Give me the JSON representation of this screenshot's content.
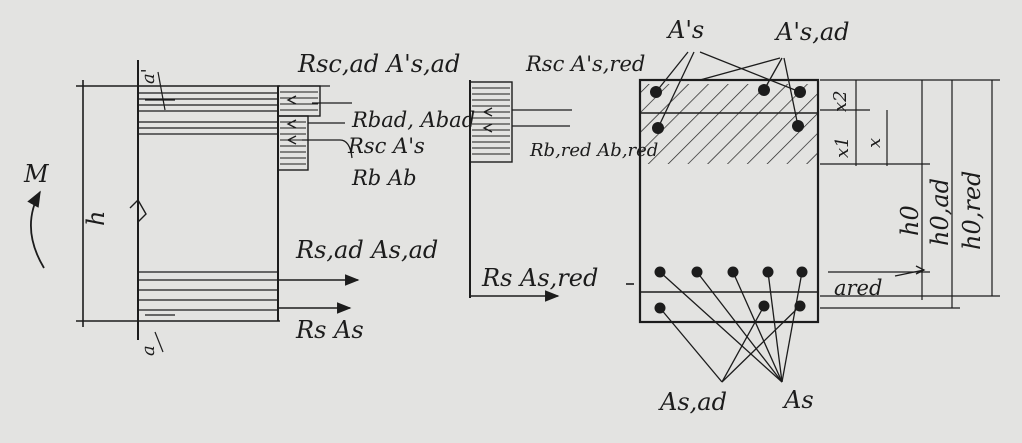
{
  "diagram": {
    "left": {
      "moment": "M",
      "height": "h",
      "a_prime": "a'",
      "a": "a",
      "force_sc_ad": "Rsc,ad A's,ad",
      "force_bad": "Rbad, Abad",
      "force_sc": "Rsc A's",
      "force_b": "Rb Ab",
      "force_s_ad": "Rs,ad As,ad",
      "force_s": "Rs As"
    },
    "middle": {
      "force_sc_red": "Rsc A's,red",
      "force_b_red": "Rb,red Ab,red",
      "force_s_red": "Rs As,red"
    },
    "right": {
      "label_As_prime": "A's",
      "label_As_ad_prime": "A's,ad",
      "label_As_ad": "As,ad",
      "label_As": "As",
      "x2": "x2",
      "x1": "x1",
      "x": "x",
      "h0": "h0",
      "h0_ad": "h0,ad",
      "h0_red": "h0,red",
      "a_red": "ared"
    }
  },
  "colors": {
    "ink": "#1c1c1c",
    "paper": "#e3e3e1"
  }
}
